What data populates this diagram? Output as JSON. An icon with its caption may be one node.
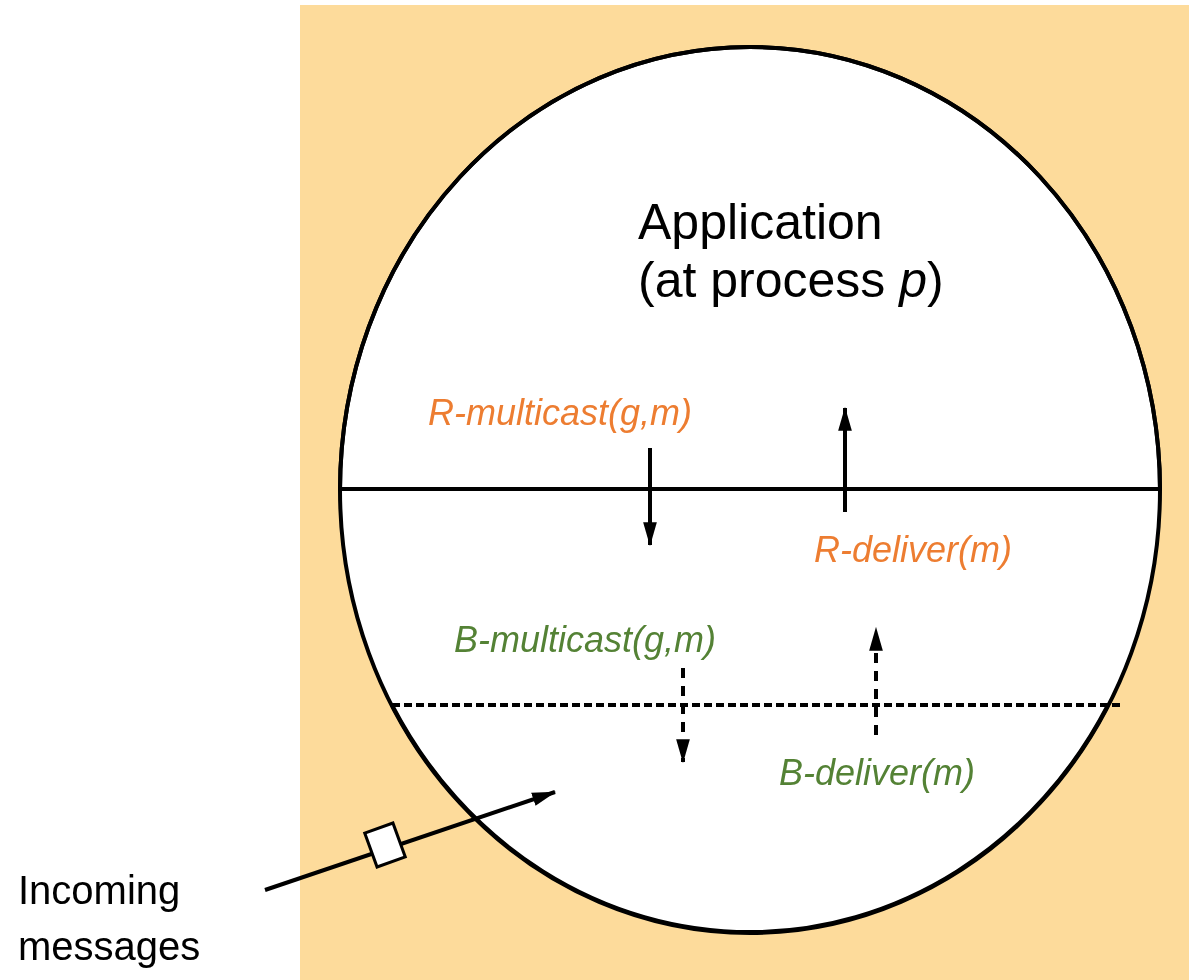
{
  "diagram": {
    "nodes": [
      {
        "text": [],
        "shape": "circle"
      },
      {
        "text": [
          "Application (at process *p*)"
        ],
        "in": 0
      },
      {
        "text": [],
        "shape": "band",
        "in": 0
      },
      {
        "text": [],
        "shape": "band",
        "in": 0
      },
      {
        "text": [
          "Incoming messages"
        ]
      }
    ],
    "edges": [
      {
        "from": 1,
        "to": 2,
        "arrow": "to",
        "label": "R-multicast(g,m)"
      },
      {
        "from": 2,
        "to": 1,
        "arrow": "to",
        "label": "R-deliver(m)"
      },
      {
        "from": 2,
        "to": 3,
        "arrow": "to",
        "label": "B-multicast(g,m)",
        "style": "dashed"
      },
      {
        "from": 3,
        "to": 2,
        "arrow": "to",
        "label": "B-deliver(m)",
        "style": "dashed"
      },
      {
        "from": 4,
        "to": 3,
        "arrow": "to"
      }
    ]
  }
}
